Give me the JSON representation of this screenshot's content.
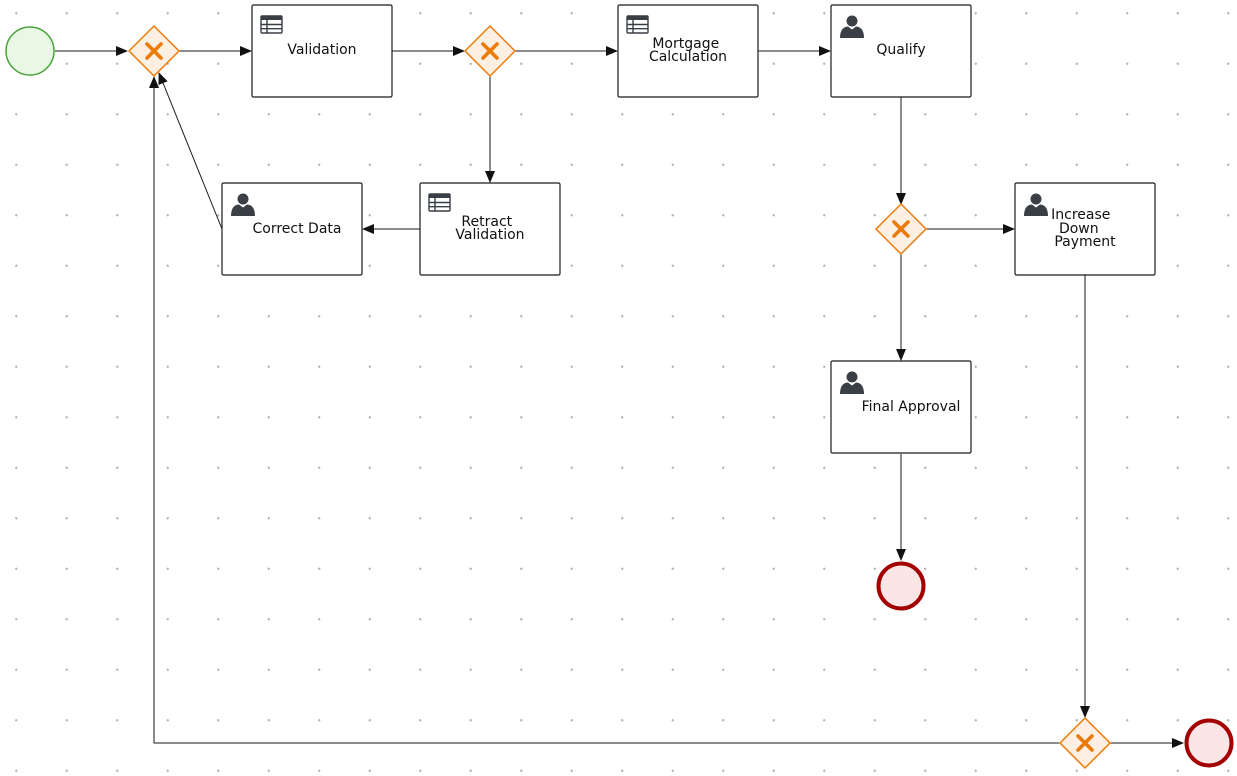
{
  "diagram": {
    "title": "",
    "tasks": {
      "validation": {
        "label_lines": [
          "Validation"
        ],
        "type": "business-rule"
      },
      "mortgage_calculation": {
        "label_lines": [
          "Mortgage",
          "Calculation"
        ],
        "type": "business-rule"
      },
      "qualify": {
        "label_lines": [
          "Qualify"
        ],
        "type": "user"
      },
      "retract_validation": {
        "label_lines": [
          "Retract",
          "Validation"
        ],
        "type": "business-rule"
      },
      "correct_data": {
        "label_lines": [
          "Correct Data"
        ],
        "type": "user"
      },
      "increase_down_payment": {
        "label_lines": [
          "Increase",
          "Down",
          "Payment"
        ],
        "type": "user"
      },
      "final_approval": {
        "label_lines": [
          "Final Approval"
        ],
        "type": "user"
      }
    },
    "events": {
      "start": {
        "kind": "start"
      },
      "end_approved": {
        "kind": "end"
      },
      "end_down_payment": {
        "kind": "end"
      }
    },
    "gateways": {
      "g1": {
        "kind": "exclusive"
      },
      "g2": {
        "kind": "exclusive"
      },
      "g3": {
        "kind": "exclusive"
      },
      "g4": {
        "kind": "exclusive"
      }
    },
    "flows": [
      {
        "from": "start",
        "to": "g1"
      },
      {
        "from": "g1",
        "to": "validation"
      },
      {
        "from": "validation",
        "to": "g2"
      },
      {
        "from": "g2",
        "to": "mortgage_calculation"
      },
      {
        "from": "g2",
        "to": "retract_validation"
      },
      {
        "from": "retract_validation",
        "to": "correct_data"
      },
      {
        "from": "correct_data",
        "to": "g1"
      },
      {
        "from": "mortgage_calculation",
        "to": "qualify"
      },
      {
        "from": "qualify",
        "to": "g3"
      },
      {
        "from": "g3",
        "to": "increase_down_payment"
      },
      {
        "from": "g3",
        "to": "final_approval"
      },
      {
        "from": "final_approval",
        "to": "end_approved"
      },
      {
        "from": "increase_down_payment",
        "to": "g4"
      },
      {
        "from": "g4",
        "to": "end_down_payment"
      },
      {
        "from": "g4",
        "to": "g1"
      }
    ],
    "colors": {
      "gateway_stroke": "#ec7a08",
      "gateway_fill": "#fdf0e3",
      "start_stroke": "#4aa33a",
      "start_fill": "#e8f8e4",
      "end_stroke": "#a30000",
      "end_fill": "#fbe5e5",
      "icon": "#393f44"
    },
    "icons": {
      "user": "user-icon",
      "business-rule": "business-rule-table-icon",
      "gateway": "exclusive-gateway-x-icon"
    }
  }
}
